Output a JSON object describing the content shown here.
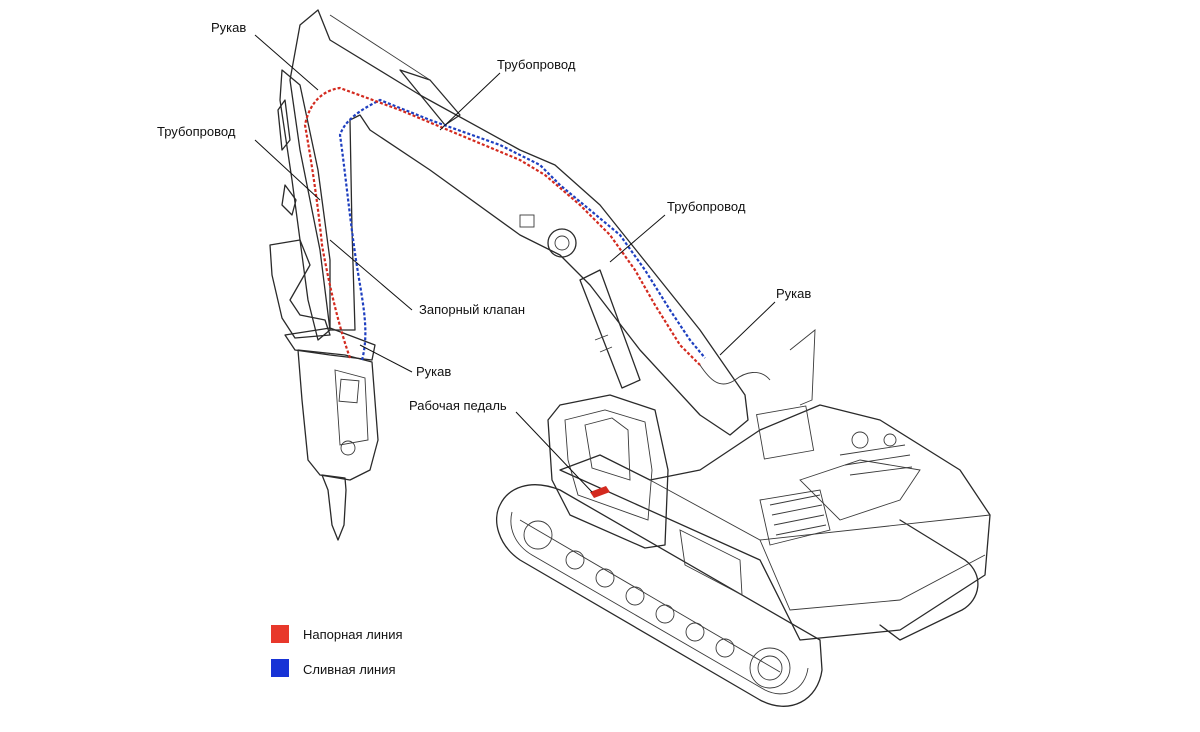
{
  "colors": {
    "boom": "#e9d489",
    "pressure": "#d32a1f",
    "drain": "#1e3fc0",
    "legend_pressure": "#e8382b",
    "legend_drain": "#1733d6"
  },
  "callouts": [
    {
      "id": "hose-top",
      "text": "Рукав"
    },
    {
      "id": "pipeline-upper",
      "text": "Трубопровод"
    },
    {
      "id": "pipeline-left",
      "text": "Трубопровод"
    },
    {
      "id": "pipeline-boom",
      "text": "Трубопровод"
    },
    {
      "id": "hose-right",
      "text": "Рукав"
    },
    {
      "id": "shutoff-valve",
      "text": "Запорный клапан"
    },
    {
      "id": "hose-breaker",
      "text": "Рукав"
    },
    {
      "id": "work-pedal",
      "text": "Рабочая педаль"
    }
  ],
  "legend": [
    {
      "key": "pressure",
      "label": "Напорная линия"
    },
    {
      "key": "drain",
      "label": "Сливная линия"
    }
  ]
}
